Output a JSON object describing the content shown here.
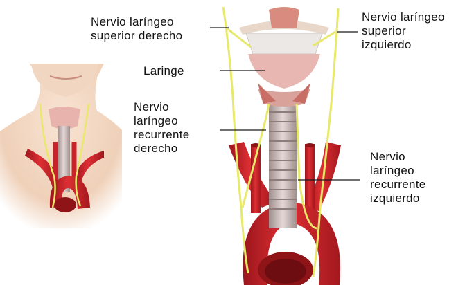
{
  "labels": {
    "superior_derecho": [
      "Nervio laríngeo",
      "superior derecho"
    ],
    "laringe": "Laringe",
    "recurrente_derecho": [
      "Nervio",
      "laríngeo",
      "recurrente",
      "derecho"
    ],
    "superior_izquierdo": [
      "Nervio laríngeo",
      "superior",
      "izquierdo"
    ],
    "recurrente_izquierdo": [
      "Nervio",
      "laríngeo",
      "recurrente",
      "izquierdo"
    ]
  },
  "colors": {
    "nerve": "#e8e86a",
    "artery": "#c8232a",
    "artery_dark": "#8e1418",
    "skin": "#f3d7c2",
    "trachea": "#c9b8b6",
    "larynx": "#e9b7b1",
    "leader": "#1a1a1a"
  }
}
